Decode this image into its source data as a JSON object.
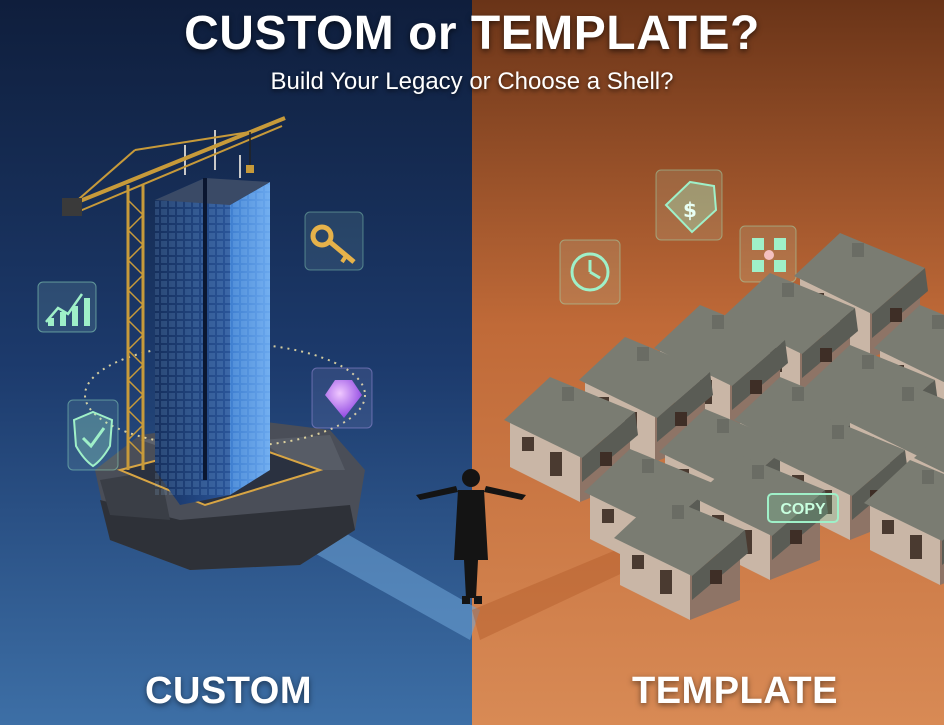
{
  "title": "CUSTOM or TEMPLATE?",
  "subtitle": "Build Your Legacy or Choose a Shell?",
  "left_label": "CUSTOM",
  "right_label": "TEMPLATE",
  "copy_badge": "COPY",
  "icons": {
    "left": [
      "growth-chart-icon",
      "key-icon",
      "shield-check-icon",
      "gem-icon"
    ],
    "right": [
      "price-tag-icon",
      "clock-icon",
      "network-icon"
    ]
  },
  "colors": {
    "left_background": "#1d3a6e",
    "right_background": "#c7703e",
    "icon_glow": "#9ff0c8",
    "gem": "#b36cff"
  }
}
